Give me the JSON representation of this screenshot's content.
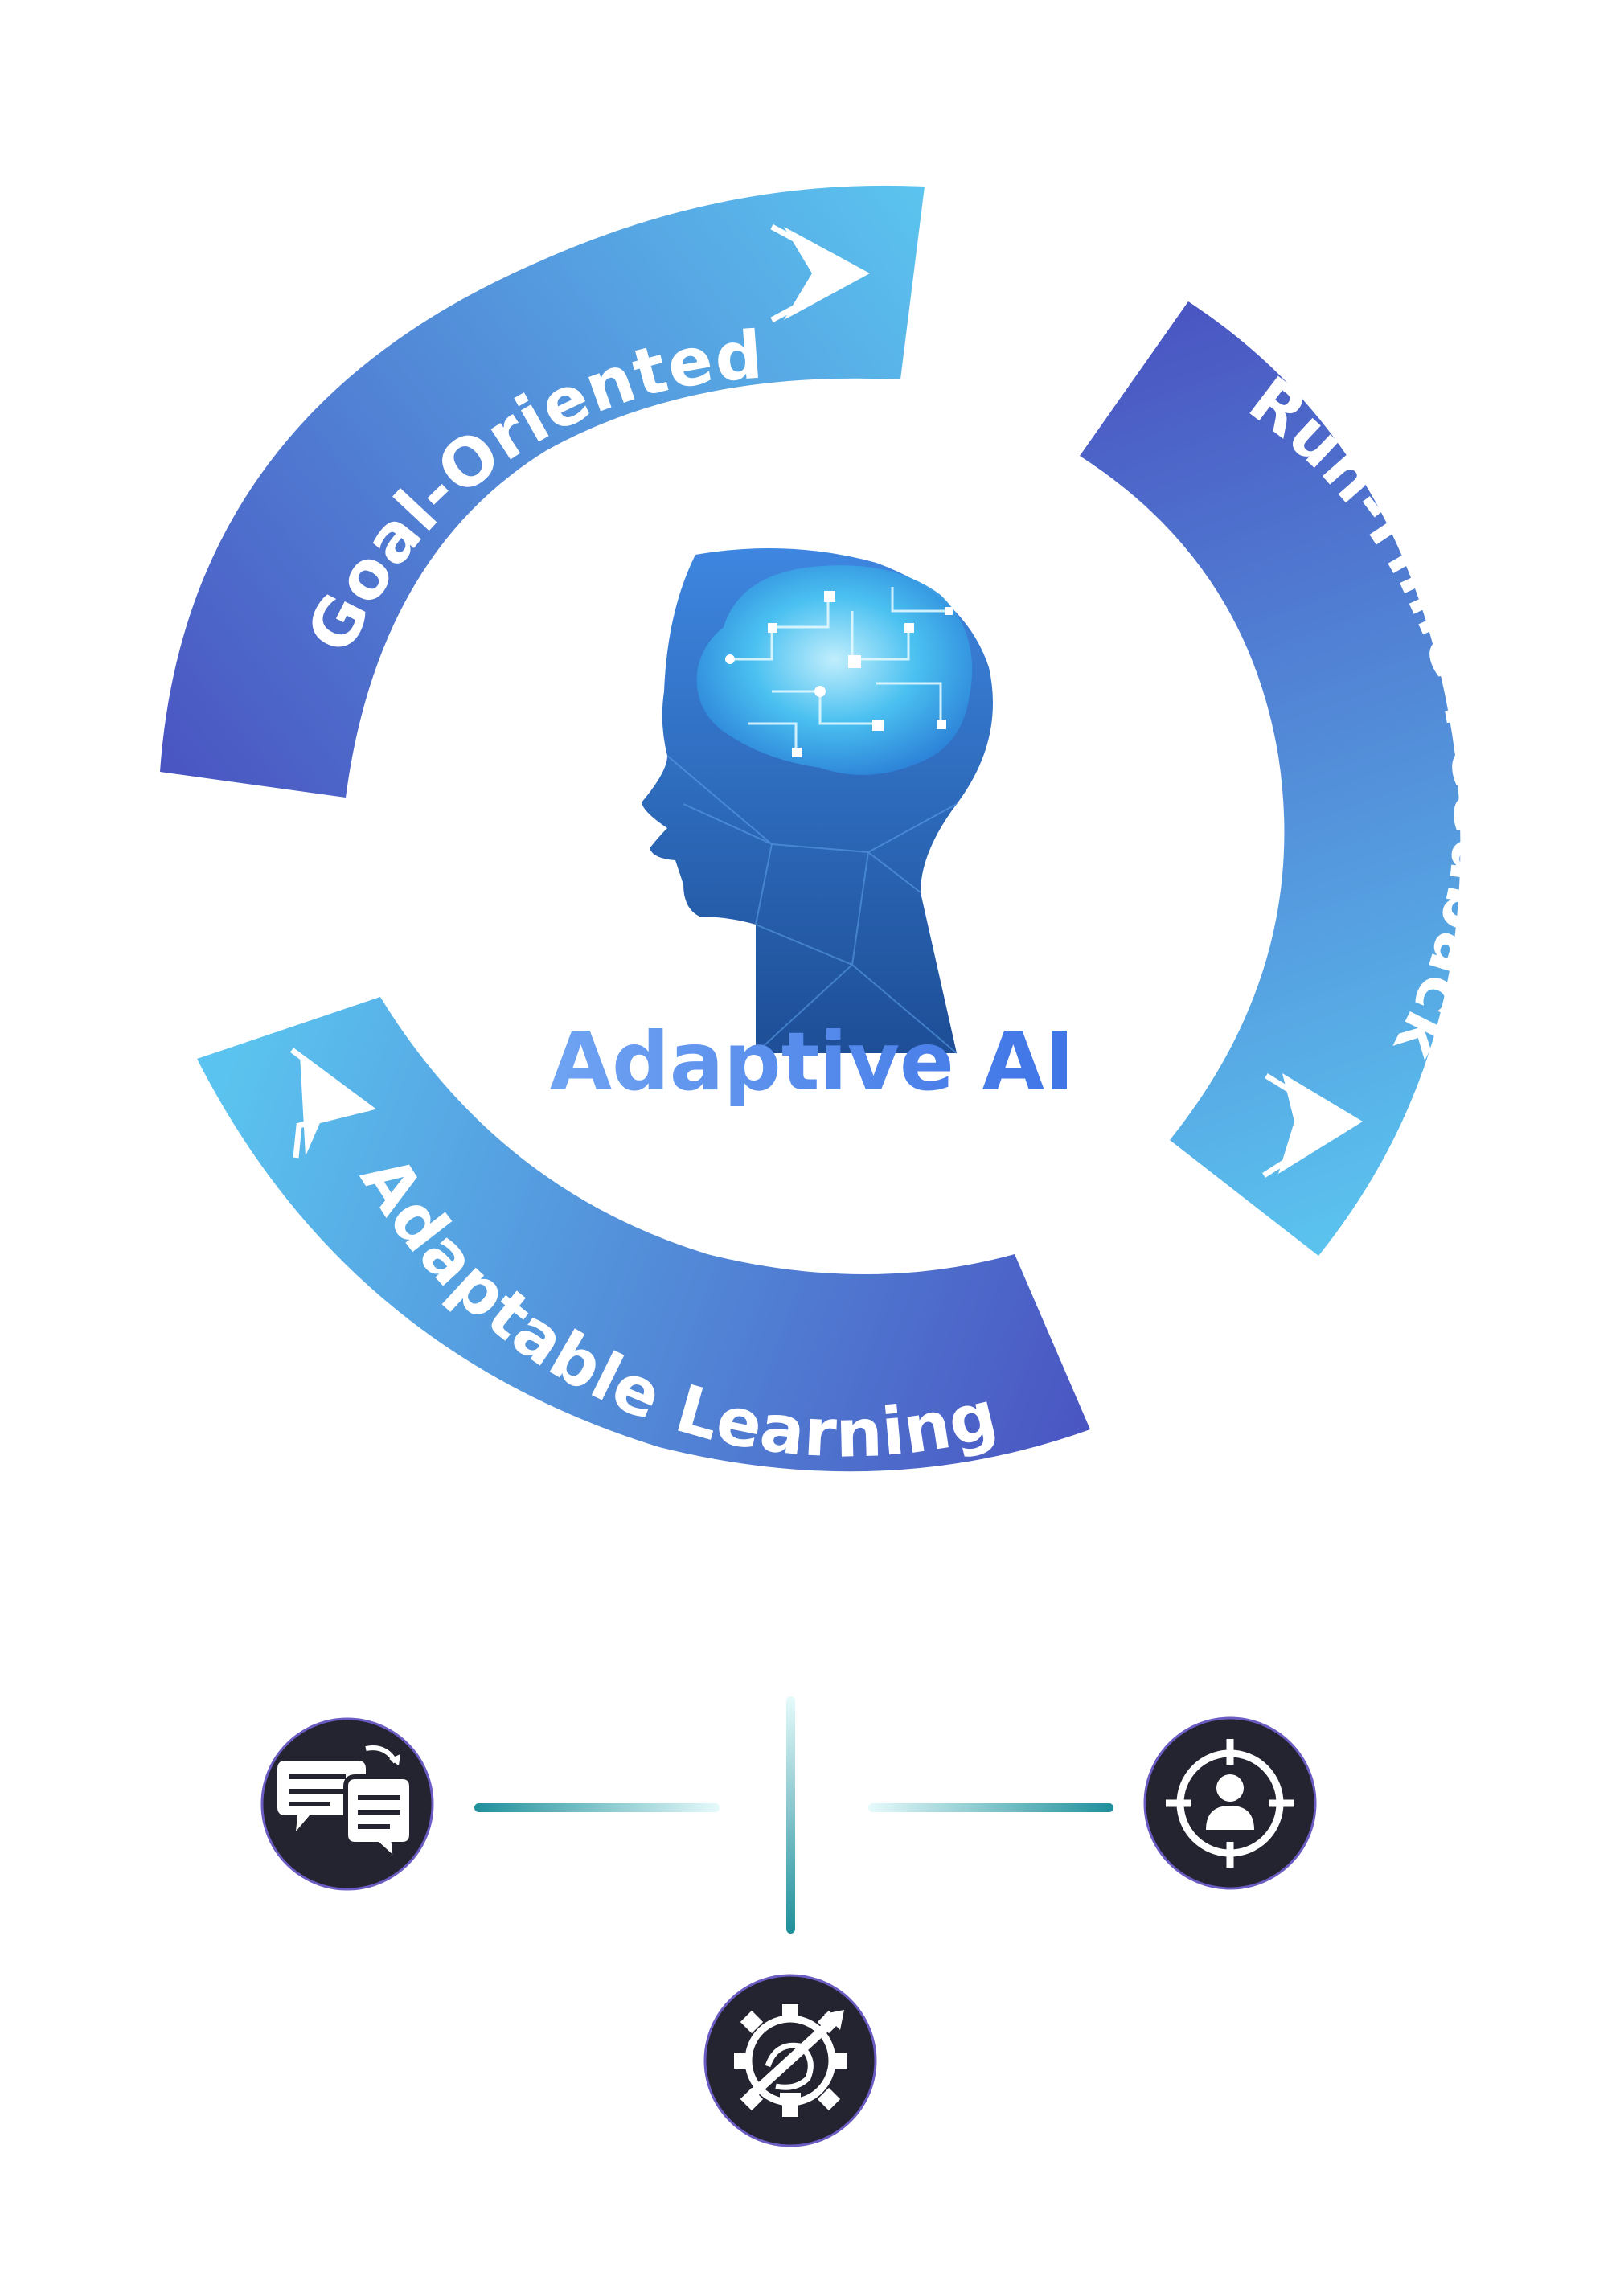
{
  "center": {
    "title": "Adaptive AI"
  },
  "segments": [
    {
      "label": "Goal-Oriented"
    },
    {
      "label": "Run-Time Feedback"
    },
    {
      "label": "Adaptable Learning"
    }
  ],
  "icons": [
    {
      "name": "chat-feedback-icon"
    },
    {
      "name": "target-user-icon"
    },
    {
      "name": "gear-growth-icon"
    }
  ],
  "colors": {
    "gradient_light": "#5BC3EF",
    "gradient_dark": "#4A57C2",
    "title_light": "#6FA3F2",
    "title_dark": "#3E74E6",
    "icon_bg": "#23242F",
    "connector": "#1F8F9B"
  }
}
